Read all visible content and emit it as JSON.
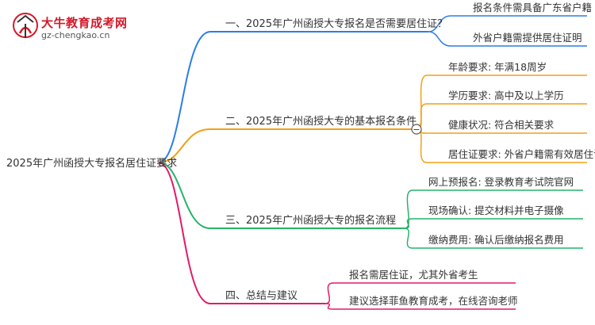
{
  "logo": {
    "name": "大牛教育成考网",
    "url": "gz-chengkao.cn"
  },
  "root": {
    "label": "2025年广州函授大专报名居住证要求"
  },
  "colors": {
    "branch1": "#2b7de9",
    "branch2": "#f0a01a",
    "branch3": "#27b36a",
    "branch4": "#e3196b",
    "logo_red": "#d11a2a"
  },
  "branches": [
    {
      "label": "一、2025年广州函授大专报名是否需要居住证？",
      "color": "#2b7de9",
      "children": [
        "报名条件需具备广东省户籍",
        "外省户籍需提供居住证明"
      ]
    },
    {
      "label": "二、2025年广州函授大专的基本报名条件",
      "color": "#f0a01a",
      "collapse_symbol": "−",
      "children": [
        "年龄要求: 年满18周岁",
        "学历要求: 高中及以上学历",
        "健康状况: 符合相关要求",
        "居住证要求: 外省户籍需有效居住证"
      ]
    },
    {
      "label": "三、2025年广州函授大专的报名流程",
      "color": "#27b36a",
      "children": [
        "网上预报名: 登录教育考试院官网",
        "现场确认: 提交材料并电子摄像",
        "缴纳费用: 确认后缴纳报名费用"
      ]
    },
    {
      "label": "四、总结与建议",
      "color": "#e3196b",
      "children": [
        "报名需居住证，尤其外省考生",
        "建议选择菲鱼教育成考，在线咨询老师"
      ]
    }
  ]
}
